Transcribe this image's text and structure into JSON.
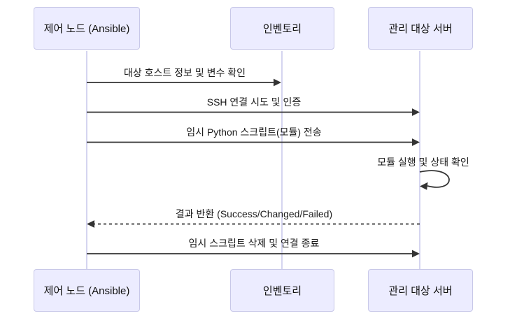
{
  "diagram": {
    "type": "sequence",
    "colors": {
      "background": "#ffffff",
      "actor_fill": "#ECECFF",
      "actor_border": "#C8C8E8",
      "lifeline": "#D5D5F0",
      "arrow": "#333333",
      "text": "#1a1a1a"
    },
    "actors": [
      {
        "id": "control-node",
        "label": "제어 노드 (Ansible)"
      },
      {
        "id": "inventory",
        "label": "인벤토리"
      },
      {
        "id": "managed-server",
        "label": "관리 대상 서버"
      }
    ],
    "messages": [
      {
        "from": "control-node",
        "to": "inventory",
        "style": "solid",
        "label": "대상 호스트 정보 및 변수 확인"
      },
      {
        "from": "control-node",
        "to": "managed-server",
        "style": "solid",
        "label": "SSH 연결 시도 및 인증"
      },
      {
        "from": "control-node",
        "to": "managed-server",
        "style": "solid",
        "label": "임시 Python 스크립트(모듈) 전송"
      },
      {
        "from": "managed-server",
        "to": "managed-server",
        "style": "self-loop",
        "label": "모듈 실행 및 상태 확인"
      },
      {
        "from": "managed-server",
        "to": "control-node",
        "style": "dashed",
        "label": "결과 반환 (Success/Changed/Failed)"
      },
      {
        "from": "control-node",
        "to": "managed-server",
        "style": "solid",
        "label": "임시 스크립트 삭제 및 연결 종료"
      }
    ]
  }
}
